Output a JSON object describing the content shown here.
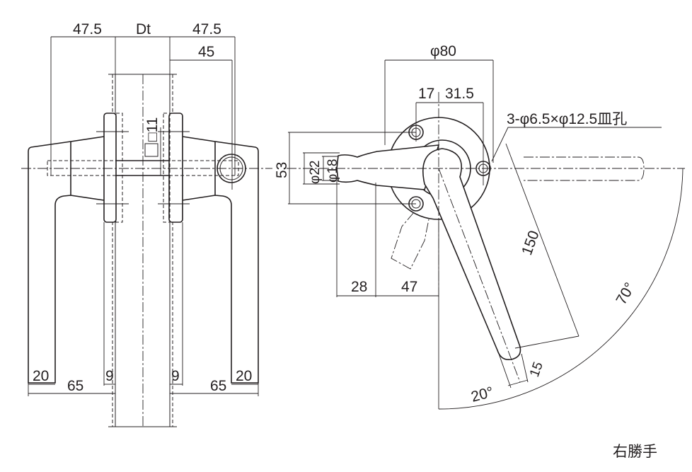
{
  "front_view": {
    "dims": {
      "left_projection": "47.5",
      "door_thickness": "Dt",
      "right_projection": "47.5",
      "spindle_offset": "45",
      "spindle_square": "□11",
      "left_grip_width": "20",
      "left_reach": "65",
      "left_rose_thickness": "9",
      "right_rose_thickness": "9",
      "right_reach": "65",
      "right_grip_width": "20"
    }
  },
  "side_view": {
    "dims": {
      "rose_diameter": "φ80",
      "hole_offset_a": "17",
      "hole_offset_b": "31.5",
      "hole_spec": "3-φ6.5×φ12.5皿孔",
      "hole_pitch": "53",
      "grip_diameter_outer": "φ22",
      "grip_diameter_inner": "φ18",
      "grip_length": "28",
      "neck_length": "47",
      "lever_length": "150",
      "lever_end_width": "15",
      "swing_angle": "70°",
      "rest_angle": "20°"
    }
  },
  "hand_label": "右勝手"
}
